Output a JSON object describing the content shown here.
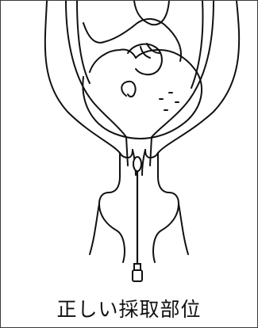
{
  "caption": "正しい採取部位",
  "colors": {
    "line": "#111111",
    "fill": "#ffffff",
    "frame": "#3a3a3a"
  },
  "icons": [
    "uterus-outline",
    "fetus-head",
    "swab-stick",
    "swab-tip"
  ]
}
